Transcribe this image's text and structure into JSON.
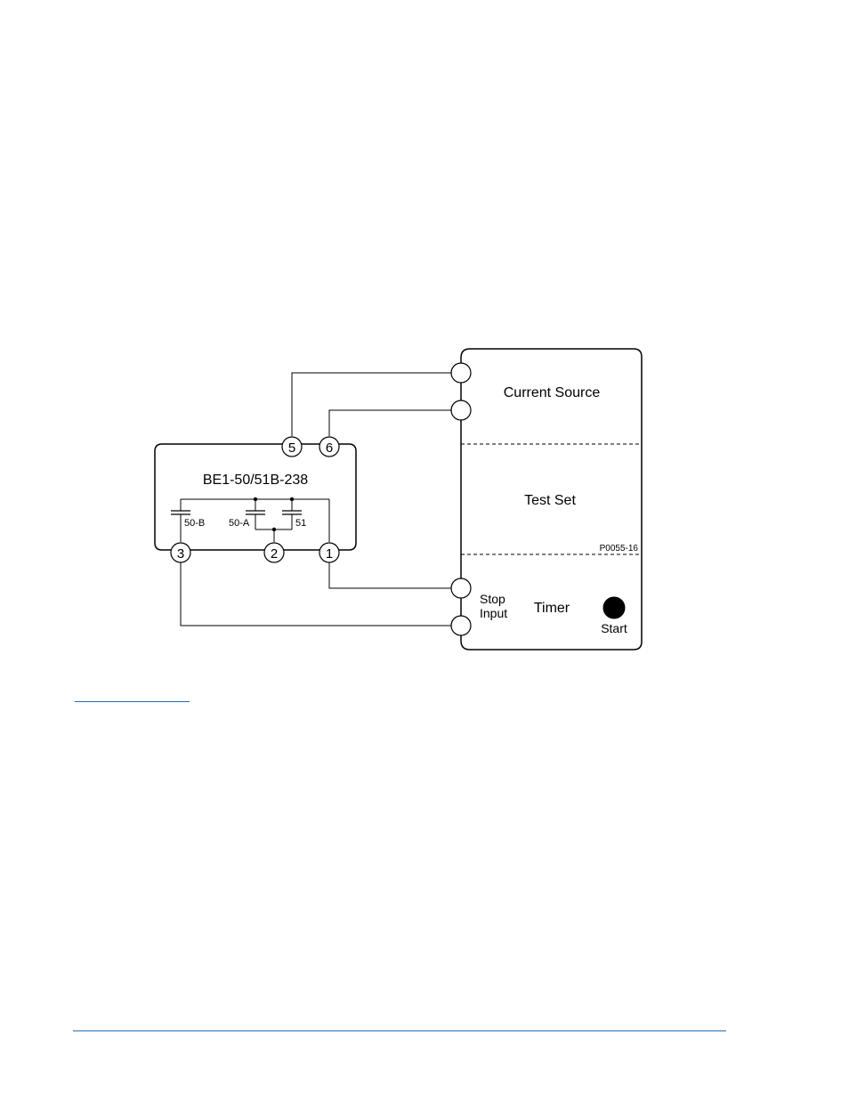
{
  "relay": {
    "title": "BE1-50/51B-238",
    "terminals": {
      "t1": "1",
      "t2": "2",
      "t3": "3",
      "t5": "5",
      "t6": "6"
    },
    "contacts": {
      "c50b": "50-B",
      "c50a": "50-A",
      "c51": "51"
    }
  },
  "test_set": {
    "current_source": "Current Source",
    "test_set": "Test Set",
    "figure_id": "P0055-16",
    "stop": "Stop",
    "input": "Input",
    "timer": "Timer",
    "start": "Start"
  },
  "colors": {
    "rule": "#1f6fb5",
    "line": "#000000"
  }
}
